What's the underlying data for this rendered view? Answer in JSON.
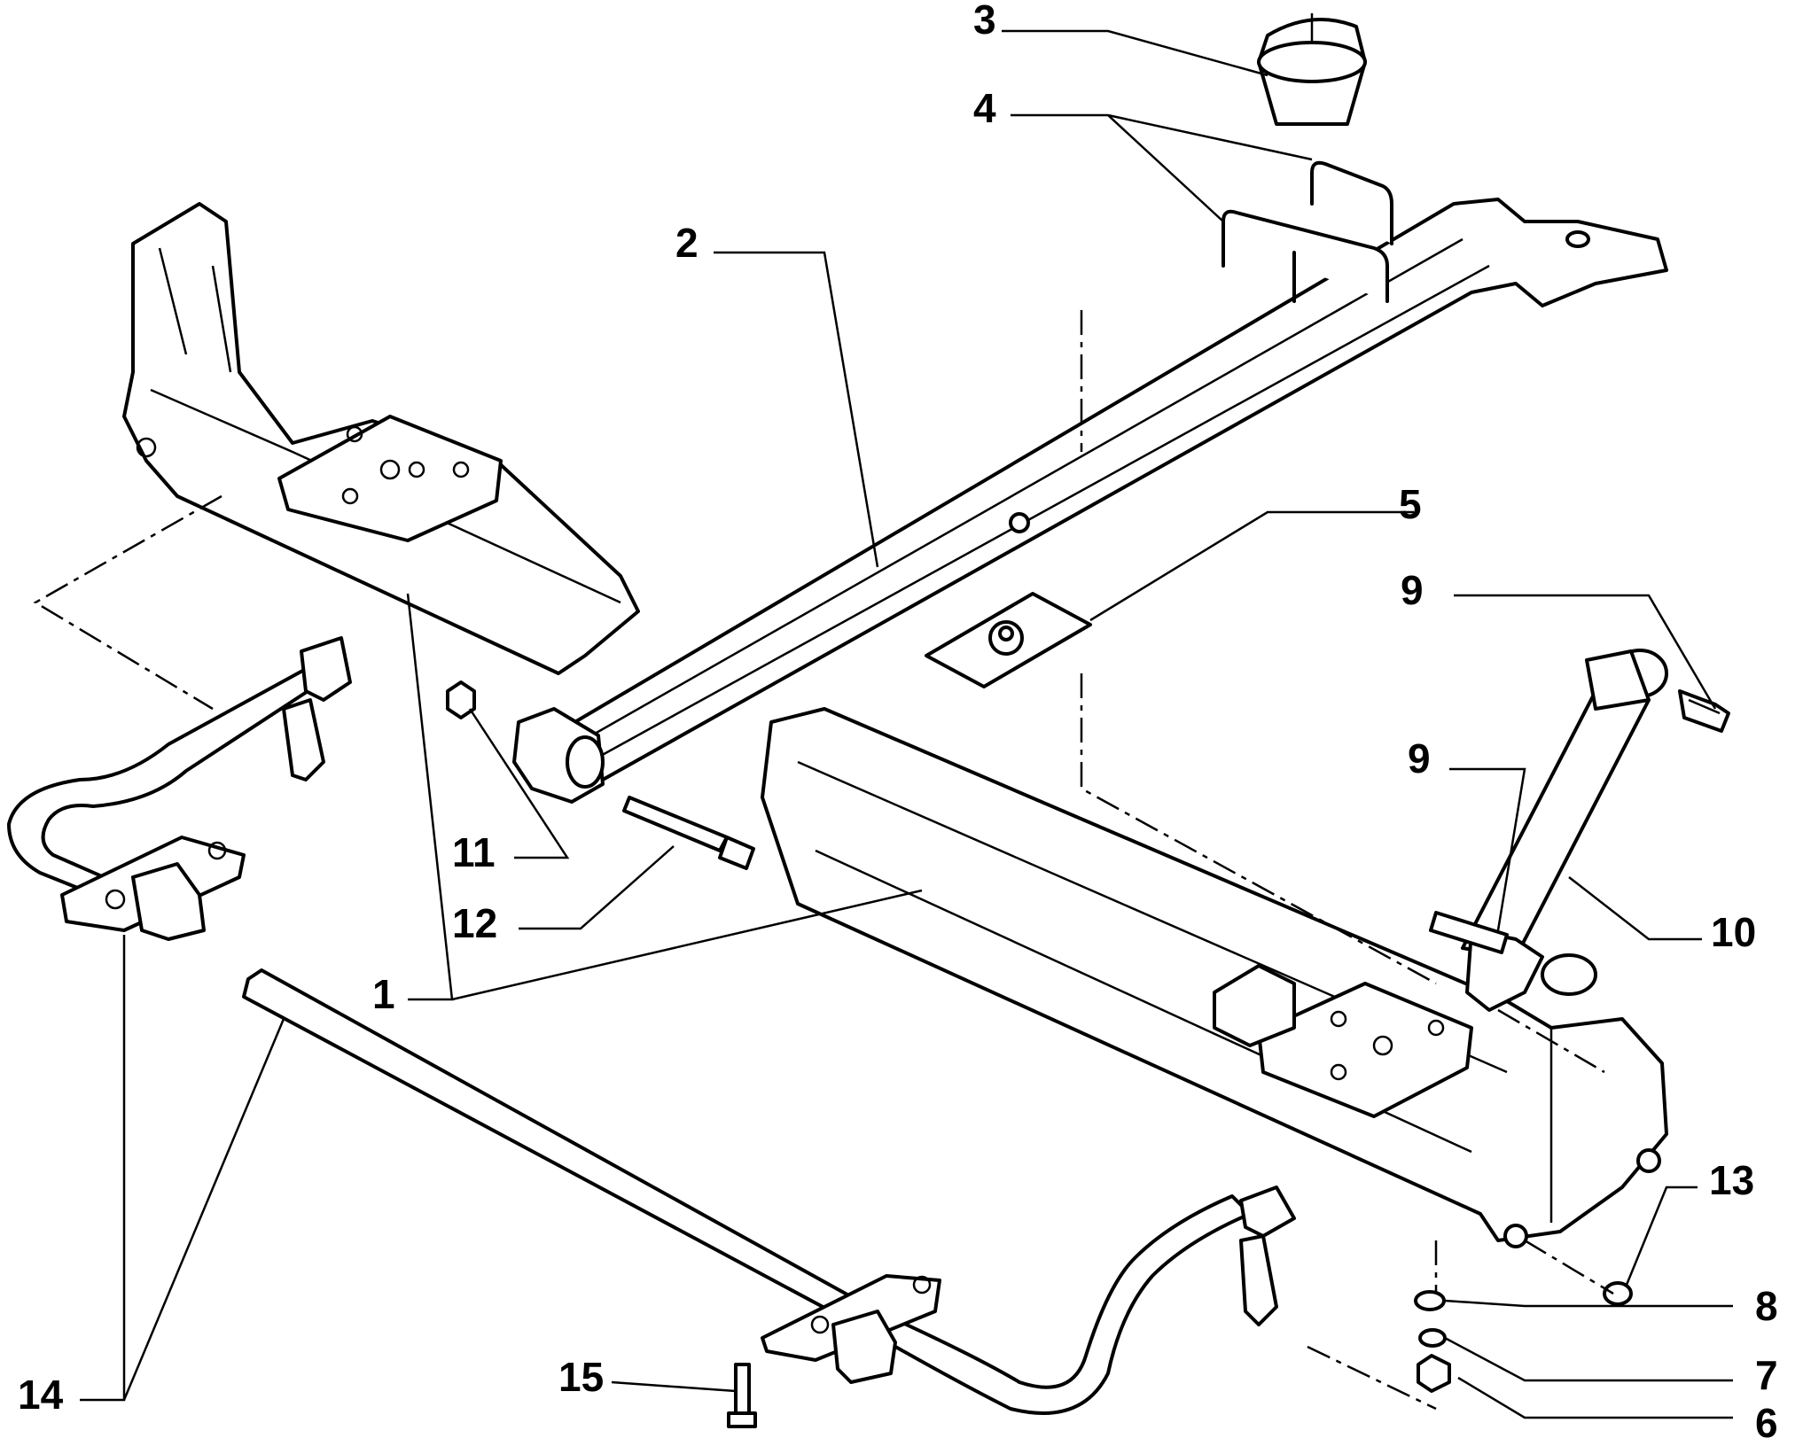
{
  "diagram": {
    "callouts": [
      {
        "id": "1",
        "text": "1"
      },
      {
        "id": "2",
        "text": "2"
      },
      {
        "id": "3",
        "text": "3"
      },
      {
        "id": "4",
        "text": "4"
      },
      {
        "id": "5",
        "text": "5"
      },
      {
        "id": "6",
        "text": "6"
      },
      {
        "id": "7",
        "text": "7"
      },
      {
        "id": "8",
        "text": "8"
      },
      {
        "id": "9a",
        "text": "9"
      },
      {
        "id": "9b",
        "text": "9"
      },
      {
        "id": "10",
        "text": "10"
      },
      {
        "id": "11",
        "text": "11"
      },
      {
        "id": "12",
        "text": "12"
      },
      {
        "id": "13",
        "text": "13"
      },
      {
        "id": "14",
        "text": "14"
      },
      {
        "id": "15",
        "text": "15"
      }
    ]
  }
}
